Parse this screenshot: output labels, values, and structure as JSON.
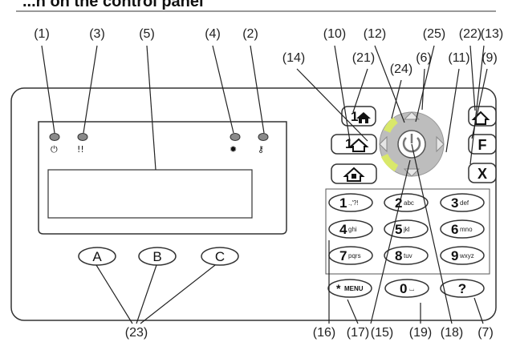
{
  "title": "...n on the control panel",
  "panel": {
    "colors": {
      "line": "#333333",
      "led": "#8a8a8a",
      "nav_ring": "#a8a8a8",
      "nav_arrow": "#c8c8c8",
      "nav_highlight": "#d9e86a"
    },
    "leds": [
      {
        "id": "power",
        "symbol": "⏻",
        "icon": "power-icon"
      },
      {
        "id": "fault",
        "symbol": "!!",
        "icon": "warning-icon"
      },
      {
        "id": "alarm",
        "symbol": "✹",
        "icon": "alarm-icon"
      },
      {
        "id": "armed",
        "symbol": "⚷",
        "icon": "key-icon"
      }
    ],
    "softkeys": [
      "A",
      "B",
      "C"
    ],
    "arm_buttons": [
      {
        "id": "arm-away-1",
        "label": "1",
        "icon": "house-icon"
      },
      {
        "id": "arm-home",
        "label": "",
        "icon": "house-outline-icon"
      },
      {
        "id": "arm-partial",
        "label": "",
        "icon": "house-person-icon"
      },
      {
        "id": "arm-away-2",
        "label": "",
        "icon": "house-icon"
      }
    ],
    "function_keys": [
      "F",
      "X"
    ],
    "keypad": [
      {
        "main": "1",
        "sub": ".,'?!"
      },
      {
        "main": "2",
        "sub": "abc"
      },
      {
        "main": "3",
        "sub": "def"
      },
      {
        "main": "4",
        "sub": "ghi"
      },
      {
        "main": "5",
        "sub": "jkl"
      },
      {
        "main": "6",
        "sub": "mno"
      },
      {
        "main": "7",
        "sub": "pqrs"
      },
      {
        "main": "8",
        "sub": "tuv"
      },
      {
        "main": "9",
        "sub": "wxyz"
      }
    ],
    "bottom_keys": [
      {
        "main": "*",
        "sub": "MENU"
      },
      {
        "main": "0",
        "sub": "⌴"
      },
      {
        "main": "?",
        "sub": ""
      }
    ]
  },
  "callouts": [
    {
      "id": "c1",
      "label": "(1)"
    },
    {
      "id": "c3",
      "label": "(3)"
    },
    {
      "id": "c5",
      "label": "(5)"
    },
    {
      "id": "c4",
      "label": "(4)"
    },
    {
      "id": "c2",
      "label": "(2)"
    },
    {
      "id": "c10",
      "label": "(10)"
    },
    {
      "id": "c12",
      "label": "(12)"
    },
    {
      "id": "c25",
      "label": "(25)"
    },
    {
      "id": "c22",
      "label": "(22)"
    },
    {
      "id": "c13",
      "label": "(13)"
    },
    {
      "id": "c21",
      "label": "(21)"
    },
    {
      "id": "c6",
      "label": "(6)"
    },
    {
      "id": "c11",
      "label": "(11)"
    },
    {
      "id": "c9",
      "label": "(9)"
    },
    {
      "id": "c14",
      "label": "(14)"
    },
    {
      "id": "c24",
      "label": "(24)"
    },
    {
      "id": "c23",
      "label": "(23)"
    },
    {
      "id": "c16",
      "label": "(16)"
    },
    {
      "id": "c17",
      "label": "(17)"
    },
    {
      "id": "c15",
      "label": "(15)"
    },
    {
      "id": "c19",
      "label": "(19)"
    },
    {
      "id": "c18",
      "label": "(18)"
    },
    {
      "id": "c7",
      "label": "(7)"
    }
  ]
}
